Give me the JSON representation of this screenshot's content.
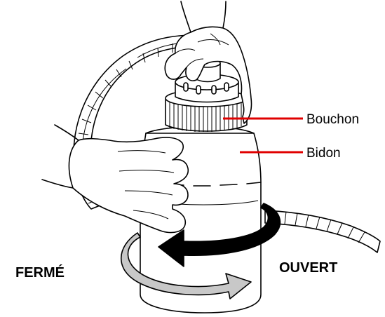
{
  "callouts": {
    "cap_label": "Bouchon",
    "bottle_label": "Bidon"
  },
  "directions": {
    "close_label": "FERMÉ",
    "open_label": "OUVERT"
  },
  "colors": {
    "callout_line": "#e00000",
    "close_arrow_fill": "#c8c8c8",
    "open_arrow_fill": "#000000",
    "outline": "#000000"
  },
  "icons": {
    "close_arrow": "curved-arrow-right-icon",
    "open_arrow": "curved-arrow-left-icon"
  }
}
